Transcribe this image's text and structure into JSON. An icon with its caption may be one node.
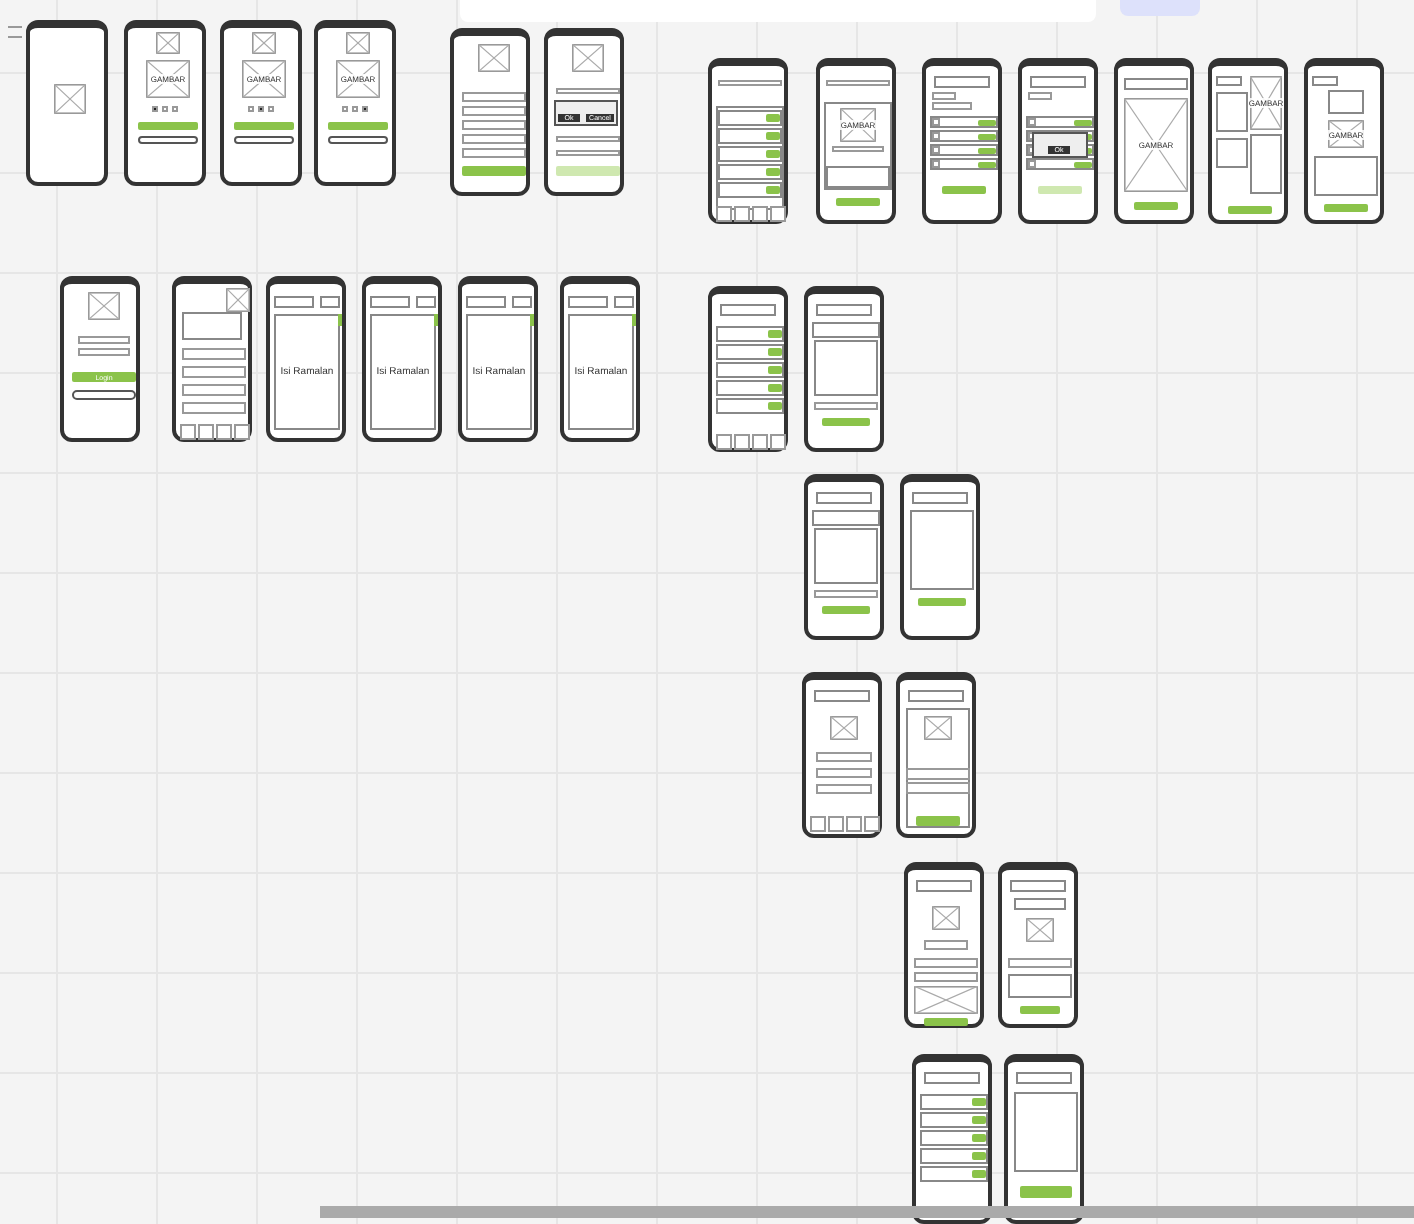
{
  "diagram": {
    "labels": [
      "GAMBAR",
      "GAMBAR",
      "GAMBAR",
      "Ok",
      "Cancel",
      "GAMBAR",
      "Ok",
      "GAMBAR",
      "GAMBAR",
      "GAMBAR",
      "Login",
      "Isi Ramalan",
      "Isi Ramalan",
      "Isi Ramalan",
      "Isi Ramalan"
    ]
  }
}
